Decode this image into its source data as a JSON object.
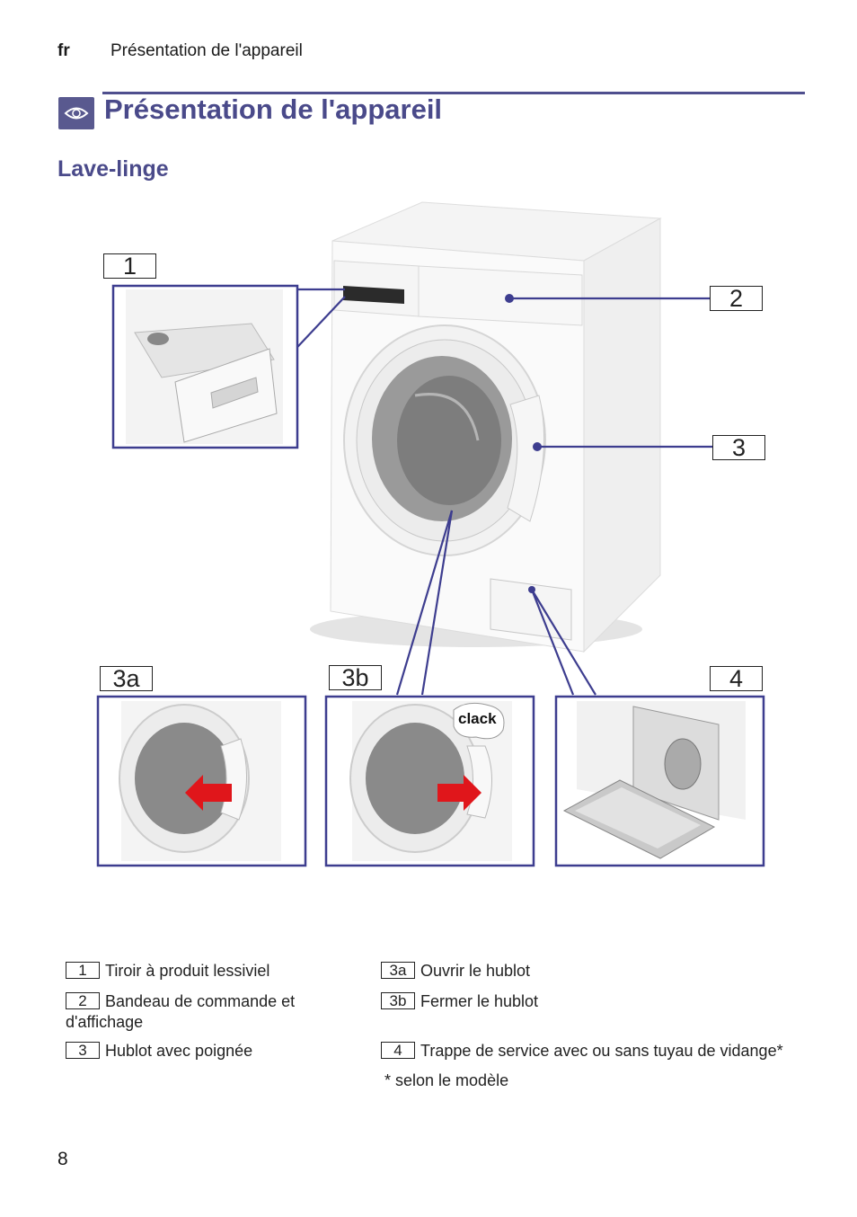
{
  "header": {
    "lang": "fr",
    "title": "Présentation de l'appareil"
  },
  "section": {
    "title": "Présentation de l'appareil",
    "subtitle": "Lave-linge"
  },
  "figure": {
    "callouts": [
      "1",
      "2",
      "3",
      "3a",
      "3b",
      "4"
    ],
    "clack_text": "clack",
    "icon": "eye-icon"
  },
  "legend": {
    "items": [
      {
        "key": "1",
        "text": "Tiroir à produit lessiviel"
      },
      {
        "key": "2",
        "text": "Bandeau de commande et",
        "text2": "d'affichage"
      },
      {
        "key": "3",
        "text": "Hublot avec poignée"
      },
      {
        "key": "3a",
        "text": "Ouvrir le hublot"
      },
      {
        "key": "3b",
        "text": "Fermer le hublot"
      },
      {
        "key": "4",
        "text": "Trappe de service avec ou sans tuyau de vidange*"
      }
    ],
    "footnote": "* selon le modèle"
  },
  "page_number": "8",
  "colors": {
    "accent": "#4a4a8a",
    "frame": "#3d3d8f",
    "arrow": "#e0161b"
  }
}
